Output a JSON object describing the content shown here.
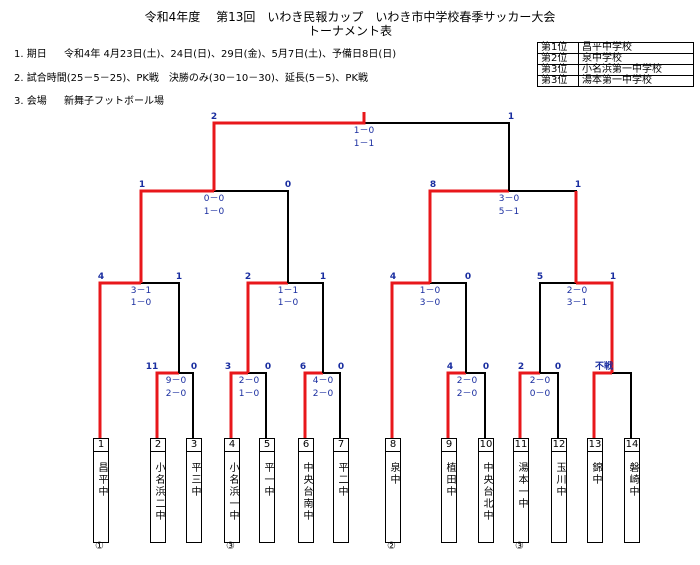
{
  "header": {
    "title_line1": "令和4年度　 第13回　いわき民報カップ　いわき市中学校春季サッカー大会",
    "title_line2": "トーナメント表"
  },
  "info": [
    {
      "label": "1. 期日",
      "text": "令和4年  4月23日(土)、24日(日)、29日(金)、5月7日(土)、予備日8日(日)"
    },
    {
      "label": "2. 試合時間(25－5－25)、PK戦　決勝のみ(30－10－30)、延長(5－5)、PK戦",
      "text": ""
    },
    {
      "label": "3. 会場",
      "text": "新舞子フットボール場"
    }
  ],
  "rankings": [
    {
      "pos": "第1位",
      "name": "昌平中学校"
    },
    {
      "pos": "第2位",
      "name": "泉中学校"
    },
    {
      "pos": "第3位",
      "name": "小名浜第一中学校"
    },
    {
      "pos": "第3位",
      "name": "湯本第一中学校"
    }
  ],
  "teams": [
    {
      "num": "1",
      "name": "昌平中",
      "mark": "①"
    },
    {
      "num": "2",
      "name": "小名浜二中",
      "mark": ""
    },
    {
      "num": "3",
      "name": "平三中",
      "mark": ""
    },
    {
      "num": "4",
      "name": "小名浜一中",
      "mark": "③"
    },
    {
      "num": "5",
      "name": "平一中",
      "mark": ""
    },
    {
      "num": "6",
      "name": "中央台南中",
      "mark": ""
    },
    {
      "num": "7",
      "name": "平二中",
      "mark": ""
    },
    {
      "num": "8",
      "name": "泉中",
      "mark": "②"
    },
    {
      "num": "9",
      "name": "植田中",
      "mark": ""
    },
    {
      "num": "10",
      "name": "中央台北中",
      "mark": ""
    },
    {
      "num": "11",
      "name": "湯本一中",
      "mark": "③"
    },
    {
      "num": "12",
      "name": "玉川中",
      "mark": ""
    },
    {
      "num": "13",
      "name": "錦中",
      "mark": ""
    },
    {
      "num": "14",
      "name": "磐崎中",
      "mark": ""
    }
  ],
  "matches": {
    "r1_1": {
      "left": "11",
      "right": "0",
      "score1": "9－0",
      "score2": "2－0"
    },
    "r1_2": {
      "left": "3",
      "right": "0",
      "score1": "2－0",
      "score2": "1－0"
    },
    "r1_3": {
      "left": "6",
      "right": "0",
      "score1": "4－0",
      "score2": "2－0"
    },
    "r1_4": {
      "left": "4",
      "right": "0",
      "score1": "2－0",
      "score2": "2－0"
    },
    "r1_5": {
      "left": "2",
      "right": "0",
      "score1": "2－0",
      "score2": "0－0"
    },
    "r1_6": {
      "left": "不戦",
      "right": "",
      "score1": "",
      "score2": ""
    },
    "qf_1": {
      "left": "4",
      "right": "1",
      "score1": "3－1",
      "score2": "1－0"
    },
    "qf_2": {
      "left": "2",
      "right": "1",
      "score1": "1－1",
      "score2": "1－0"
    },
    "qf_3": {
      "left": "4",
      "right": "0",
      "score1": "1－0",
      "score2": "3－0"
    },
    "qf_4": {
      "left": "5",
      "right": "1",
      "score1": "2－0",
      "score2": "3－1"
    },
    "sf_1": {
      "left": "1",
      "right": "0",
      "score1": "0－0",
      "score2": "1－0"
    },
    "sf_2": {
      "left": "8",
      "right": "1",
      "score1": "3－0",
      "score2": "5－1"
    },
    "final": {
      "left": "2",
      "right": "1",
      "score1": "1－0",
      "score2": "1－1"
    }
  },
  "colors": {
    "winner_line": "#e8171b",
    "line": "#000000",
    "score": "#1a2ea0"
  }
}
